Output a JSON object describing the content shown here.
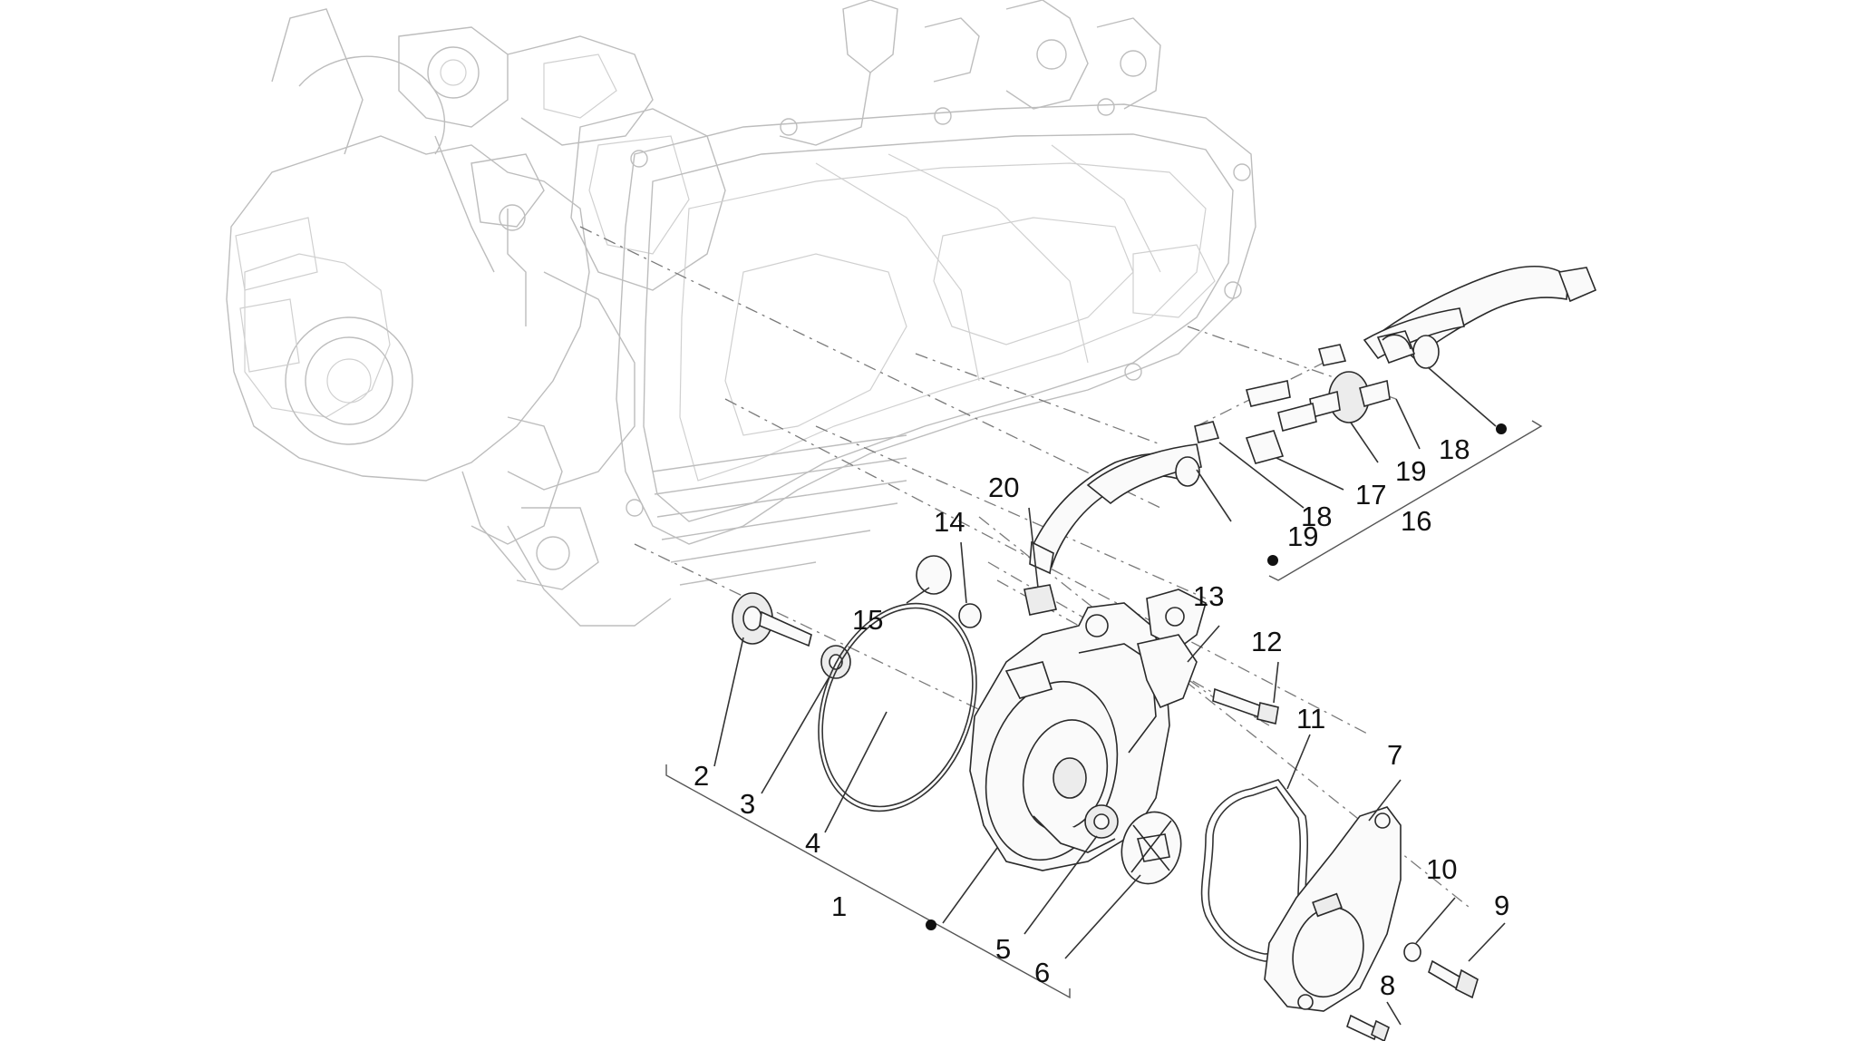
{
  "callouts": {
    "n1": "1",
    "n2": "2",
    "n3": "3",
    "n4": "4",
    "n5": "5",
    "n6": "6",
    "n7": "7",
    "n8": "8",
    "n9": "9",
    "n10": "10",
    "n11": "11",
    "n12": "12",
    "n13": "13",
    "n14": "14",
    "n15": "15",
    "n16": "16",
    "n17": "17",
    "n18a": "18",
    "n18b": "18",
    "n19a": "19",
    "n19b": "19",
    "n20": "20"
  }
}
